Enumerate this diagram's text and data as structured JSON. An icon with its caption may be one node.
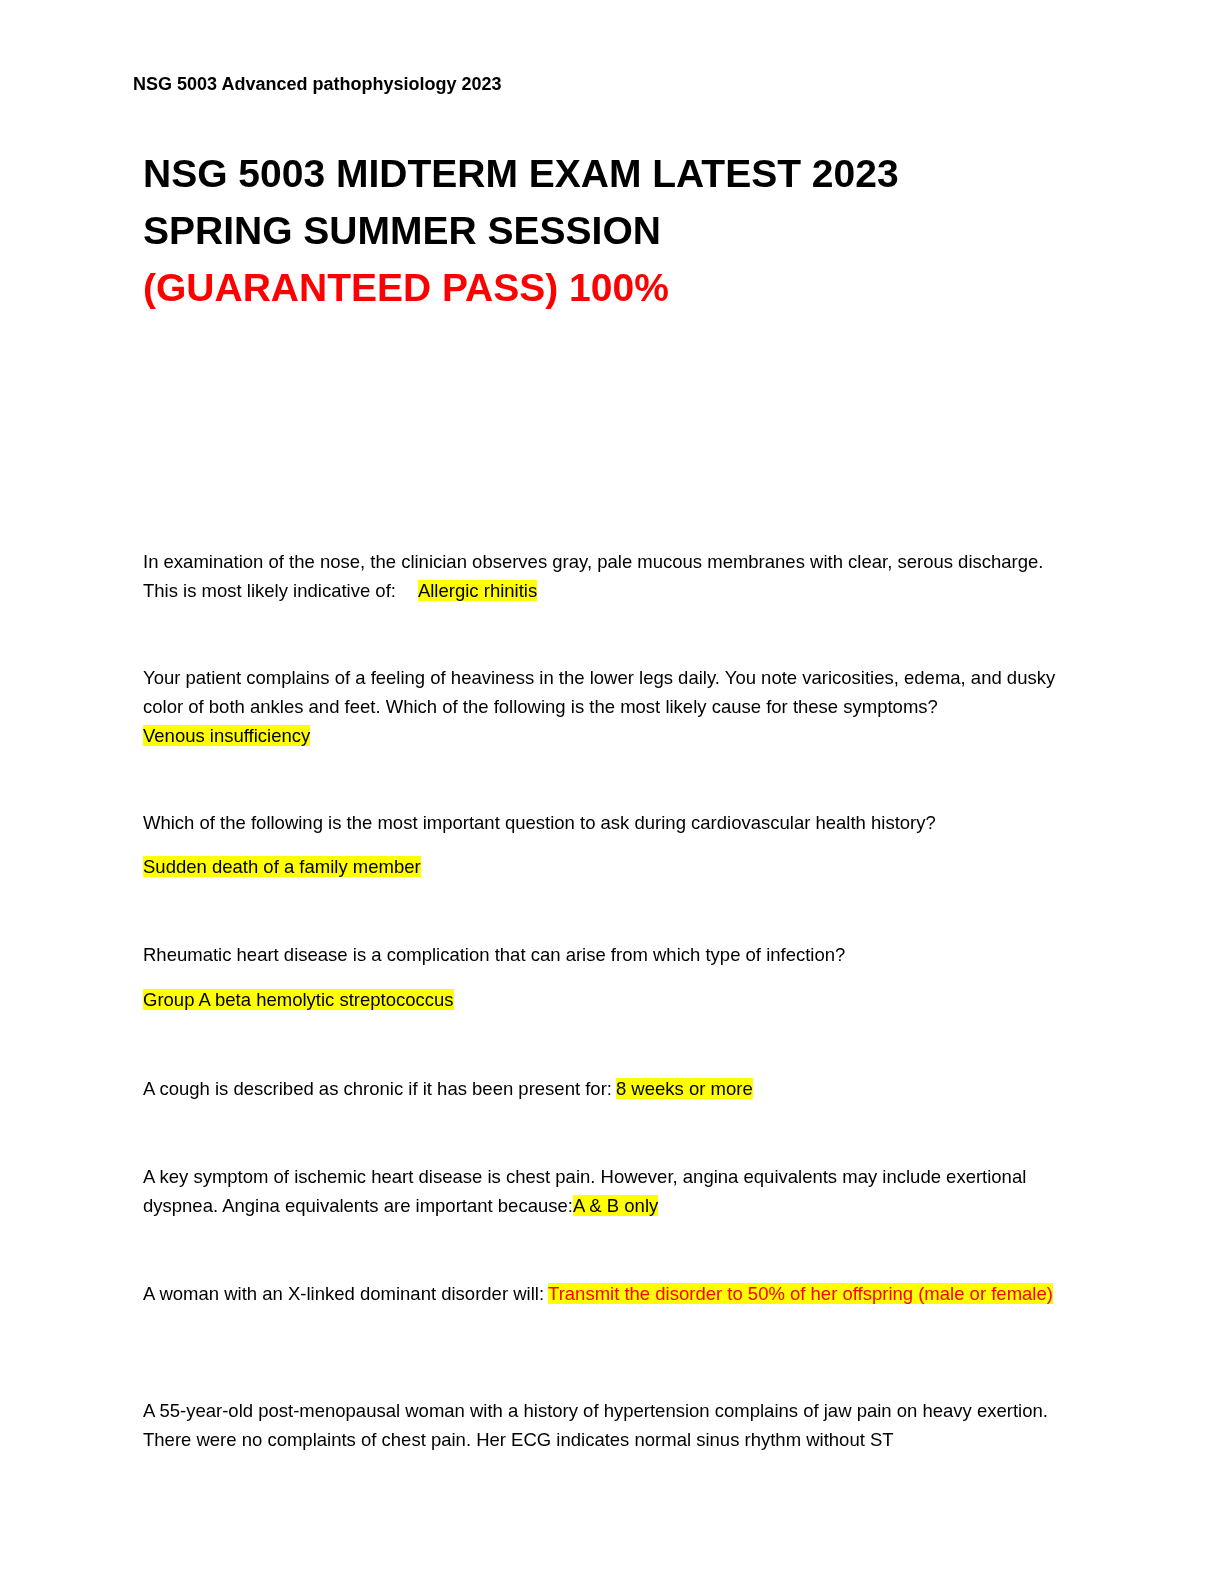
{
  "diagram": {
    "title": "NSG 5003 MIDTERM EXAM LATEST 2023 SPRING SUMMER SESSION (GUARANTEED PASS) 100%",
    "labels": [
      "NSG 5003 Advanced pathophysiology 2023",
      "In examination of the nose, the clinician observes gray, pale mucous membranes with clear, serous discharge. This is most likely indicative of:",
      "Allergic rhinitis",
      "Your patient complains of a feeling of heaviness in the lower legs daily. You note varicosities, edema, and dusky color of both ankles and feet. Which of the following is the most likely cause for these symptoms?",
      "Venous insufficiency",
      "Which of the following is the most important question to ask during cardiovascular health history?",
      "Sudden death of a family member",
      "Rheumatic heart disease is a complication that can arise from which type of infection?",
      "Group A beta hemolytic streptococcus",
      "A cough is described as chronic if it has been present for:",
      "8 weeks or more",
      "A key symptom of ischemic heart disease is chest pain. However, angina equivalents may include exertional dyspnea. Angina equivalents are important because:",
      "A & B only",
      "A woman with an X-linked dominant disorder will:",
      "Transmit the disorder to 50% of her offspring (male or female)",
      "A 55-year-old post-menopausal woman with a history of hypertension complains of jaw pain on heavy exertion. There were no complaints of chest pain. Her ECG indicates normal sinus rhythm without ST"
    ]
  }
}
